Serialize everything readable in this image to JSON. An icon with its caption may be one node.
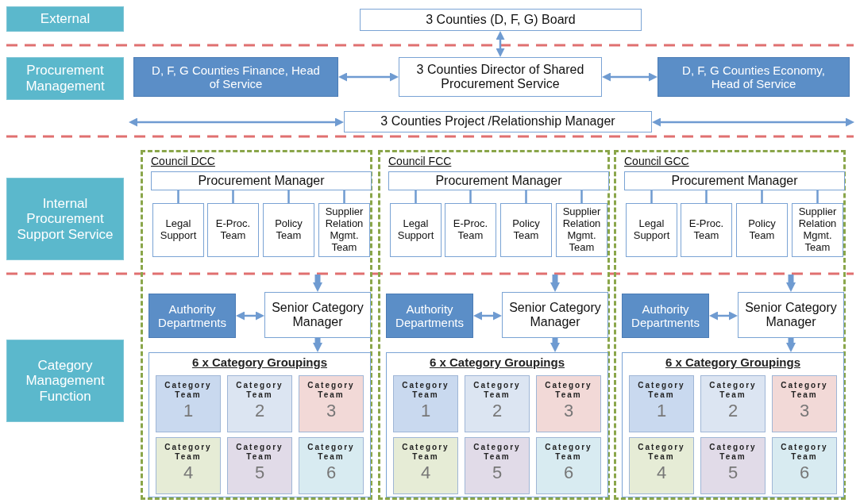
{
  "diagram": {
    "nodes": [
      {
        "text": [
          "External"
        ]
      },
      {
        "text": [
          "3 Counties (D, F, G) Board"
        ]
      },
      {
        "text": [
          "Procurement Management"
        ]
      },
      {
        "text": [
          "D, F, G Counties Finance, Head of Service"
        ]
      },
      {
        "text": [
          "3 Counties Director of Shared Procurement Service"
        ]
      },
      {
        "text": [
          "D, F, G Counties Economy, Head of Service"
        ]
      },
      {
        "text": [
          "3 Counties Project /Relationship Manager"
        ]
      },
      {
        "text": [
          "Internal Procurement Support Service"
        ]
      },
      {
        "text": [
          "Category Management Function"
        ]
      },
      {
        "text": [
          "Council DCC"
        ]
      },
      {
        "text": [
          "Procurement Manager"
        ],
        "in": 9
      },
      {
        "text": [
          "Legal Support"
        ],
        "in": 9
      },
      {
        "text": [
          "E-Proc. Team"
        ],
        "in": 9
      },
      {
        "text": [
          "Policy Team"
        ],
        "in": 9
      },
      {
        "text": [
          "Supplier Relation Mgmt. Team"
        ],
        "in": 9
      },
      {
        "text": [
          "Authority Departments"
        ],
        "in": 9
      },
      {
        "text": [
          "Senior Category Manager"
        ],
        "in": 9
      },
      {
        "text": [
          "6 x Category Groupings"
        ],
        "in": 9
      },
      {
        "text": [
          "Category Team",
          "1"
        ],
        "in": 17
      },
      {
        "text": [
          "Category Team",
          "2"
        ],
        "in": 17
      },
      {
        "text": [
          "Category Team",
          "3"
        ],
        "in": 17
      },
      {
        "text": [
          "Category Team",
          "4"
        ],
        "in": 17
      },
      {
        "text": [
          "Category Team",
          "5"
        ],
        "in": 17
      },
      {
        "text": [
          "Category Team",
          "6"
        ],
        "in": 17
      },
      {
        "text": [
          "Council FCC"
        ]
      },
      {
        "text": [
          "Procurement Manager"
        ],
        "in": 24
      },
      {
        "text": [
          "Legal Support"
        ],
        "in": 24
      },
      {
        "text": [
          "E-Proc. Team"
        ],
        "in": 24
      },
      {
        "text": [
          "Policy Team"
        ],
        "in": 24
      },
      {
        "text": [
          "Supplier Relation Mgmt. Team"
        ],
        "in": 24
      },
      {
        "text": [
          "Authority Departments"
        ],
        "in": 24
      },
      {
        "text": [
          "Senior Category Manager"
        ],
        "in": 24
      },
      {
        "text": [
          "6 x Category Groupings"
        ],
        "in": 24
      },
      {
        "text": [
          "Category Team",
          "1"
        ],
        "in": 32
      },
      {
        "text": [
          "Category Team",
          "2"
        ],
        "in": 32
      },
      {
        "text": [
          "Category Team",
          "3"
        ],
        "in": 32
      },
      {
        "text": [
          "Category Team",
          "4"
        ],
        "in": 32
      },
      {
        "text": [
          "Category Team",
          "5"
        ],
        "in": 32
      },
      {
        "text": [
          "Category Team",
          "6"
        ],
        "in": 32
      },
      {
        "text": [
          "Council GCC"
        ]
      },
      {
        "text": [
          "Procurement Manager"
        ],
        "in": 39
      },
      {
        "text": [
          "Legal Support"
        ],
        "in": 39
      },
      {
        "text": [
          "E-Proc. Team"
        ],
        "in": 39
      },
      {
        "text": [
          "Policy Team"
        ],
        "in": 39
      },
      {
        "text": [
          "Supplier Relation Mgmt. Team"
        ],
        "in": 39
      },
      {
        "text": [
          "Authority Departments"
        ],
        "in": 39
      },
      {
        "text": [
          "Senior Category Manager"
        ],
        "in": 39
      },
      {
        "text": [
          "6 x Category Groupings"
        ],
        "in": 39
      },
      {
        "text": [
          "Category Team",
          "1"
        ],
        "in": 47
      },
      {
        "text": [
          "Category Team",
          "2"
        ],
        "in": 47
      },
      {
        "text": [
          "Category Team",
          "3"
        ],
        "in": 47
      },
      {
        "text": [
          "Category Team",
          "4"
        ],
        "in": 47
      },
      {
        "text": [
          "Category Team",
          "5"
        ],
        "in": 47
      },
      {
        "text": [
          "Category Team",
          "6"
        ],
        "in": 47
      }
    ],
    "edges": [
      {
        "from": 1,
        "to": 4,
        "arrow": "both"
      },
      {
        "from": 3,
        "to": 4,
        "arrow": "both"
      },
      {
        "from": 4,
        "to": 5,
        "arrow": "both"
      },
      {
        "from": null,
        "to": 6,
        "arrow": "both"
      },
      {
        "from": 6,
        "to": null,
        "arrow": "both"
      },
      {
        "from": 10,
        "to": 11,
        "arrow": "none"
      },
      {
        "from": 10,
        "to": 12,
        "arrow": "none"
      },
      {
        "from": 10,
        "to": 13,
        "arrow": "none"
      },
      {
        "from": 10,
        "to": 14,
        "arrow": "none"
      },
      {
        "from": null,
        "to": 16,
        "arrow": "to",
        "style": "thick"
      },
      {
        "from": 15,
        "to": 16,
        "arrow": "both"
      },
      {
        "from": 16,
        "to": 17,
        "arrow": "to",
        "style": "thick"
      },
      {
        "from": 25,
        "to": 26,
        "arrow": "none"
      },
      {
        "from": 25,
        "to": 27,
        "arrow": "none"
      },
      {
        "from": 25,
        "to": 28,
        "arrow": "none"
      },
      {
        "from": 25,
        "to": 29,
        "arrow": "none"
      },
      {
        "from": null,
        "to": 31,
        "arrow": "to",
        "style": "thick"
      },
      {
        "from": 30,
        "to": 31,
        "arrow": "both"
      },
      {
        "from": 31,
        "to": 32,
        "arrow": "to",
        "style": "thick"
      },
      {
        "from": 40,
        "to": 41,
        "arrow": "none"
      },
      {
        "from": 40,
        "to": 42,
        "arrow": "none"
      },
      {
        "from": 40,
        "to": 43,
        "arrow": "none"
      },
      {
        "from": 40,
        "to": 44,
        "arrow": "none"
      },
      {
        "from": null,
        "to": 46,
        "arrow": "to",
        "style": "thick"
      },
      {
        "from": 45,
        "to": 46,
        "arrow": "both"
      },
      {
        "from": 46,
        "to": 47,
        "arrow": "to",
        "style": "thick"
      }
    ]
  }
}
